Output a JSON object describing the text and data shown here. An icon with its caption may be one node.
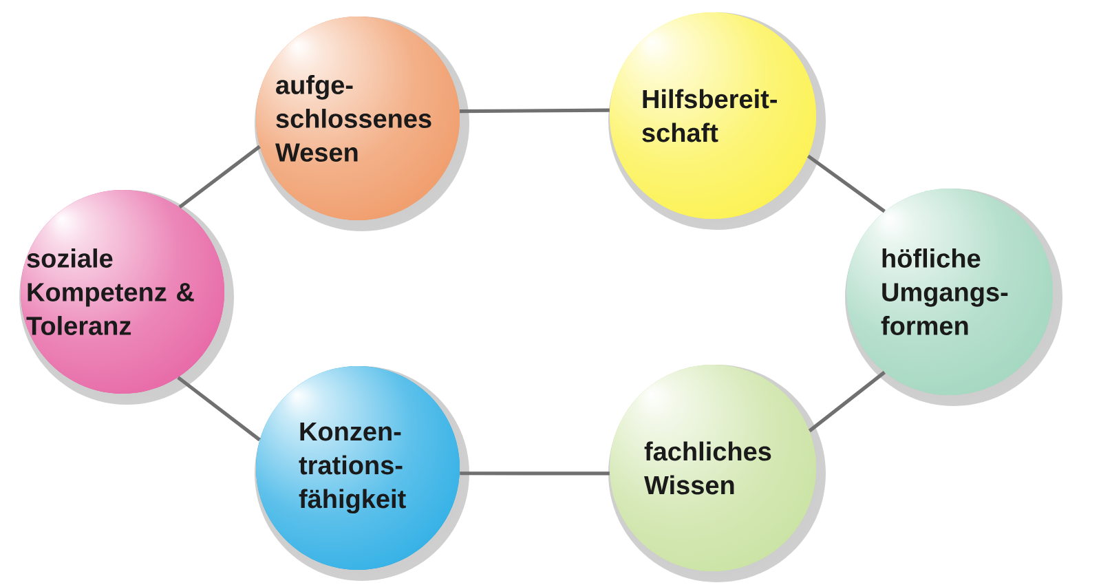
{
  "diagram": {
    "nodes": [
      {
        "text": [
          "aufge- schlossenes Wesen"
        ]
      },
      {
        "text": [
          "Hilfsbereit- schaft"
        ]
      },
      {
        "text": [
          "soziale Kompetenz & Toleranz"
        ]
      },
      {
        "text": [
          "höfliche Umgangs- formen"
        ]
      },
      {
        "text": [
          "Konzen- trations- fähigkeit"
        ]
      },
      {
        "text": [
          "fachliches Wissen"
        ]
      }
    ],
    "edges": [
      {
        "from": 0,
        "to": 1,
        "arrow": "none"
      },
      {
        "from": 1,
        "to": 3,
        "arrow": "none"
      },
      {
        "from": 3,
        "to": 5,
        "arrow": "none"
      },
      {
        "from": 5,
        "to": 4,
        "arrow": "none"
      },
      {
        "from": 4,
        "to": 2,
        "arrow": "none"
      },
      {
        "from": 2,
        "to": 0,
        "arrow": "none"
      }
    ]
  }
}
